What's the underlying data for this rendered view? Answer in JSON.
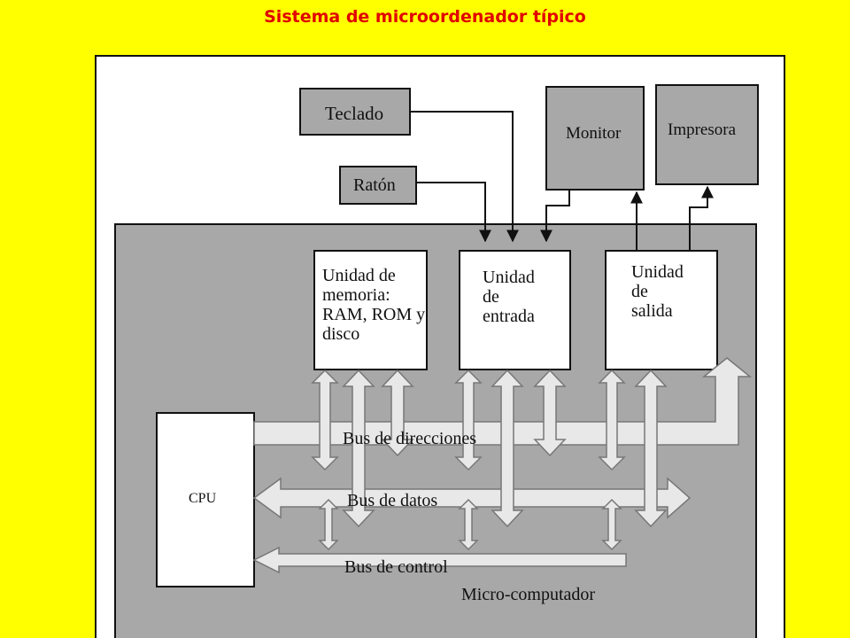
{
  "header": {
    "title": "Sistema de microordenador típico"
  },
  "diagram": {
    "keyboard": "Teclado",
    "mouse": "Ratón",
    "monitor": "Monitor",
    "printer": "Impresora",
    "memory_unit": [
      "Unidad de",
      "memoria:",
      "RAM, ROM y",
      "disco"
    ],
    "input_unit": [
      "Unidad",
      "de",
      "entrada"
    ],
    "output_unit": [
      "Unidad",
      "de",
      "salida"
    ],
    "cpu": "CPU",
    "address_bus": "Bus de direcciones",
    "data_bus": "Bus de datos",
    "control_bus": "Bus de control",
    "microcomputer": "Micro-computador"
  }
}
